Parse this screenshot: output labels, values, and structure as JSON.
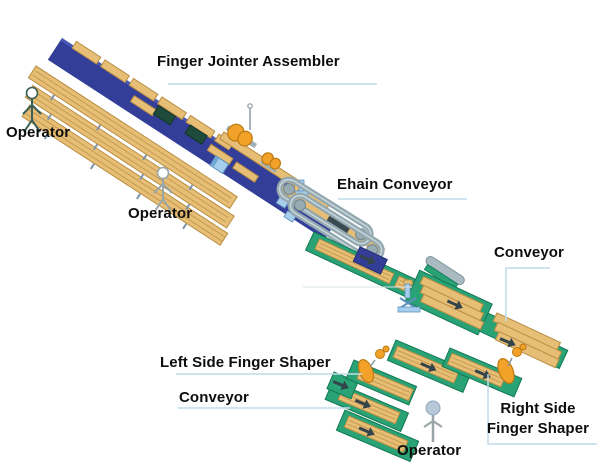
{
  "diagram": {
    "labels": {
      "assembler": "Finger Jointer Assembler",
      "chain_conveyor": "Ehain Conveyor",
      "conveyor_upper": "Conveyor",
      "left_shaper": "Left Side Finger Shaper",
      "conveyor_lower": "Conveyor",
      "right_shaper": [
        "Right Side",
        "Finger Shaper"
      ]
    },
    "operators": [
      "Operator",
      "Operator",
      "Operator"
    ],
    "colors": {
      "background": "#FFFFFF",
      "label_text": "#0D0D0D",
      "leader_line": "#BFDCEA",
      "belt_navy": "#333E99",
      "wood": "#E6BE76",
      "wood_edge": "#B98E43",
      "wood_stripe": "#C89A4E",
      "table_green": "#29A275",
      "table_green_edge": "#117753",
      "chain_gray": "#93A8B0",
      "cutter_orange": "#F2A229",
      "cutter_orange_edge": "#BD7B14",
      "machine_blue": "#A6CDEB",
      "arrow_dark": "#34444B"
    }
  }
}
